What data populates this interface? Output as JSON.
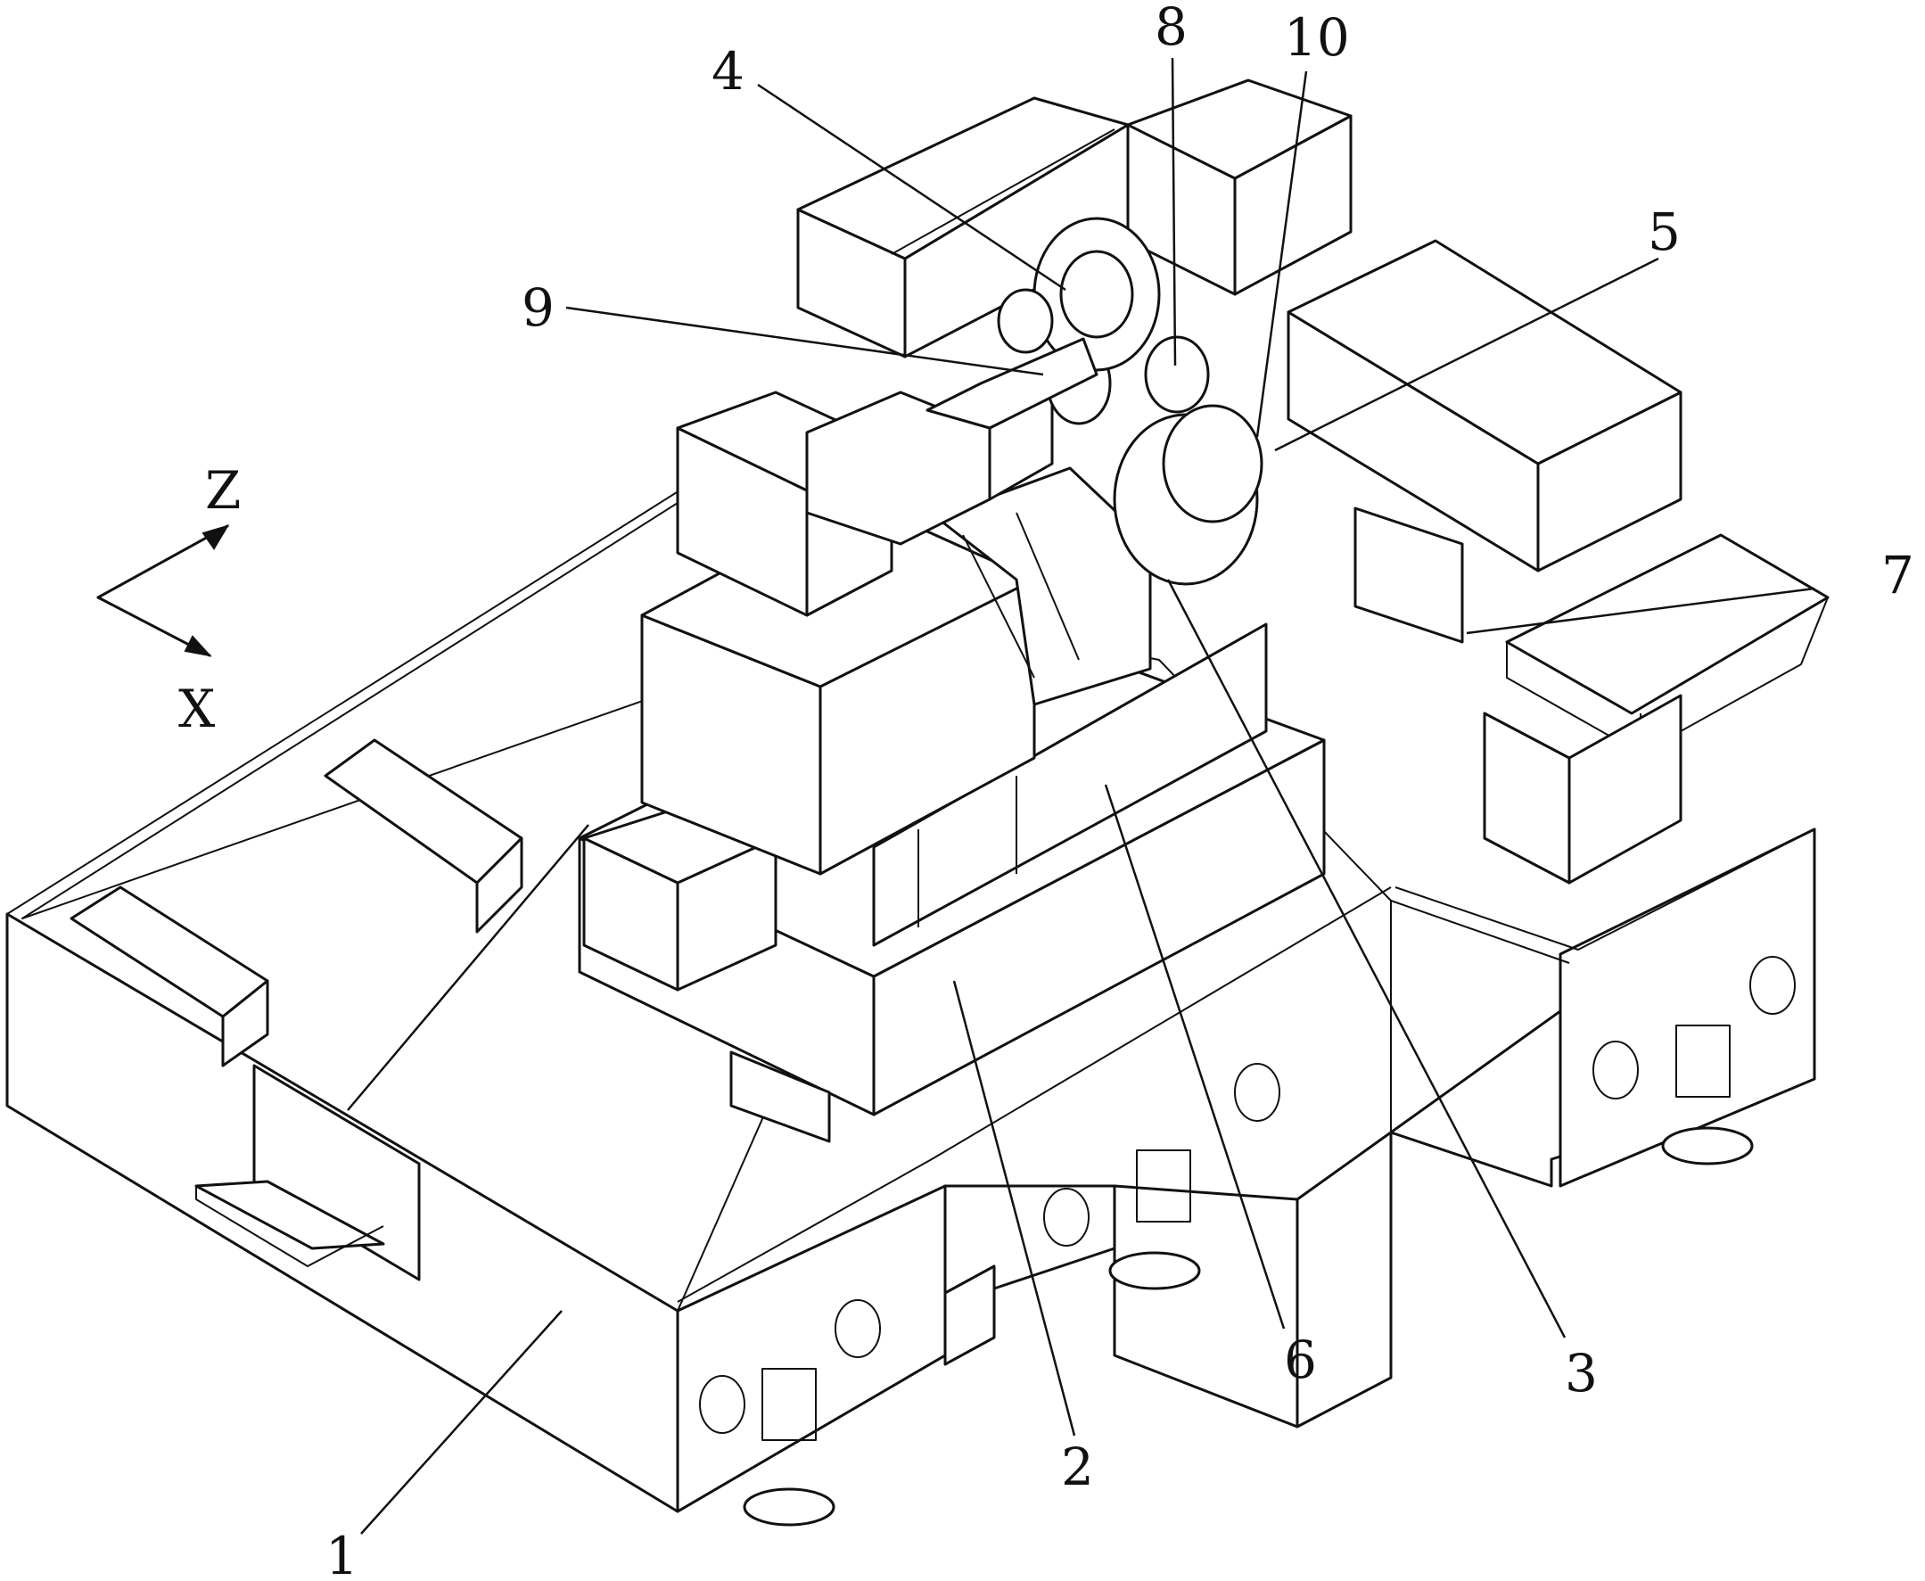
{
  "axes": {
    "z_label": "Z",
    "x_label": "X"
  },
  "callouts": [
    {
      "id": "c1",
      "text": "1"
    },
    {
      "id": "c2",
      "text": "2"
    },
    {
      "id": "c3",
      "text": "3"
    },
    {
      "id": "c4",
      "text": "4"
    },
    {
      "id": "c5",
      "text": "5"
    },
    {
      "id": "c6",
      "text": "6"
    },
    {
      "id": "c7",
      "text": "7"
    },
    {
      "id": "c8",
      "text": "8"
    },
    {
      "id": "c9",
      "text": "9"
    },
    {
      "id": "c10",
      "text": "10"
    }
  ]
}
